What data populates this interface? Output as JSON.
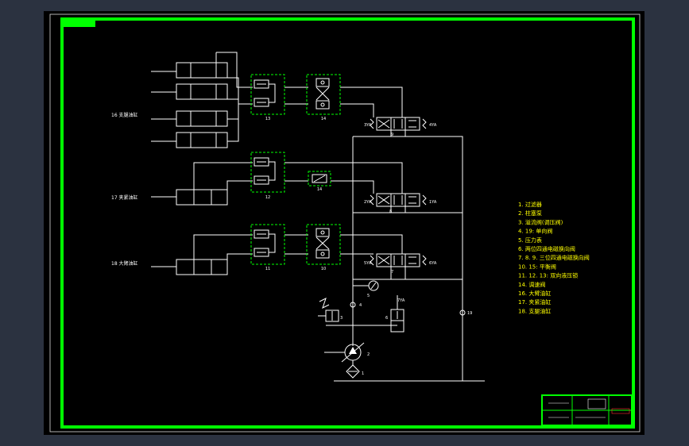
{
  "colors": {
    "background": "#2b3240",
    "sheet": "#000000",
    "frame": "#00ff00",
    "line": "#ffffff",
    "legend_text": "#ffff00",
    "title_accent": "#ff3030"
  },
  "sheet_tag": "",
  "cylinders": {
    "support_label": "16 支腿油缸",
    "clamp_label": "17 夹紧油缸",
    "arm_label": "18 大臂油缸"
  },
  "subplate_numbers": {
    "top_check": "13",
    "top_balance": "14",
    "mid_check": "12",
    "mid_throttle": "14",
    "bot_check": "11",
    "bot_balance": "10",
    "valve_top": "9",
    "valve_mid": "8",
    "valve_bot": "7",
    "gauge": "5",
    "relief": "3",
    "check": "4",
    "two_way": "6",
    "pump": "2",
    "filter": "1",
    "return_check": "19"
  },
  "valve_tags": {
    "dt_left": "3YA",
    "dt_right": "4YA",
    "mid_left": "2YA",
    "mid_right": "1YA",
    "bot_left": "5YA",
    "bot_right": "6YA",
    "two_way": "7YA"
  },
  "legend": [
    "1. 过滤器",
    "2. 柱塞泵",
    "3. 溢流阀(调压阀)",
    "4. 19: 单向阀",
    "5. 压力表",
    "6. 两位四通电磁换向阀",
    "7. 8. 9. 三位四通电磁换向阀",
    "10. 15: 平衡阀",
    "11. 12. 13: 双向液压锁",
    "14. 调速阀",
    "16. 大臂油缸",
    "17. 夹紧油缸",
    "18. 支腿油缸"
  ]
}
